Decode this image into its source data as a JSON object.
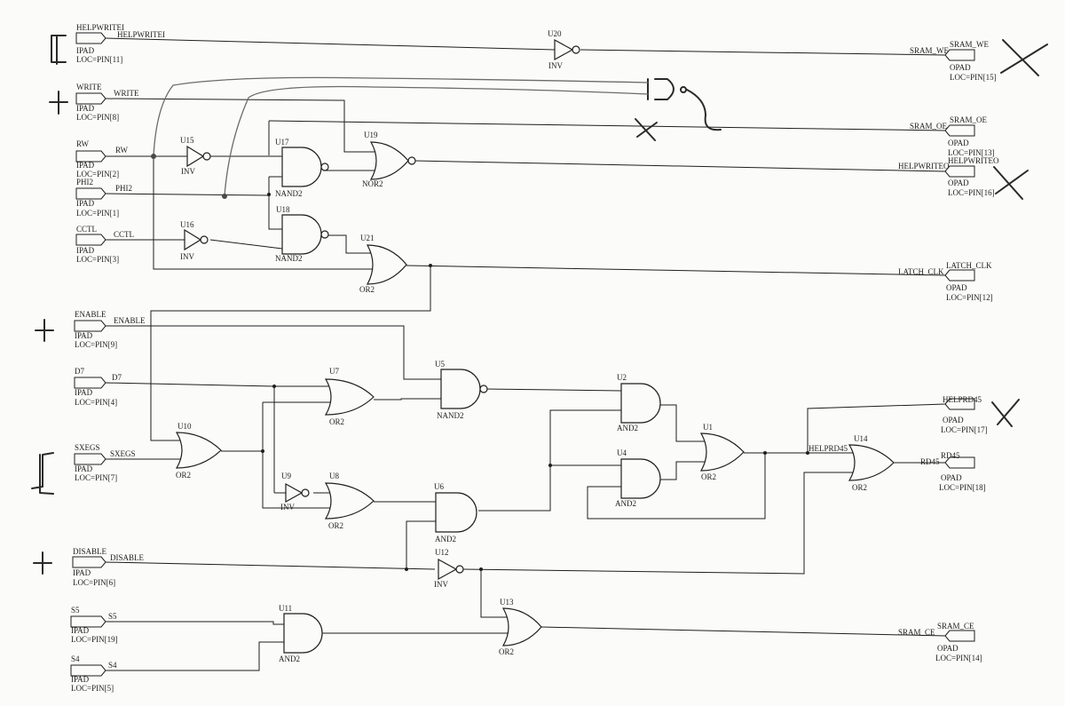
{
  "input_pads": [
    {
      "id": "helpwritei",
      "name": "HELPWRITEI",
      "net": "HELPWRITEI",
      "type": "IPAD",
      "loc": "LOC=PIN[11]"
    },
    {
      "id": "write",
      "name": "WRITE",
      "net": "WRITE",
      "type": "IPAD",
      "loc": "LOC=PIN[8]"
    },
    {
      "id": "rw",
      "name": "RW",
      "net": "RW",
      "type": "IPAD",
      "loc": "LOC=PIN[2]"
    },
    {
      "id": "phi2",
      "name": "PHI2",
      "net": "PHI2",
      "type": "IPAD",
      "loc": "LOC=PIN[1]"
    },
    {
      "id": "cctl",
      "name": "CCTL",
      "net": "CCTL",
      "type": "IPAD",
      "loc": "LOC=PIN[3]"
    },
    {
      "id": "enable",
      "name": "ENABLE",
      "net": "ENABLE",
      "type": "IPAD",
      "loc": "LOC=PIN[9]"
    },
    {
      "id": "d7",
      "name": "D7",
      "net": "D7",
      "type": "IPAD",
      "loc": "LOC=PIN[4]"
    },
    {
      "id": "sxegs",
      "name": "SXEGS",
      "net": "SXEGS",
      "type": "IPAD",
      "loc": "LOC=PIN[7]"
    },
    {
      "id": "disable",
      "name": "DISABLE",
      "net": "DISABLE",
      "type": "IPAD",
      "loc": "LOC=PIN[6]"
    },
    {
      "id": "s5",
      "name": "S5",
      "net": "S5",
      "type": "IPAD",
      "loc": "LOC=PIN[19]"
    },
    {
      "id": "s4",
      "name": "S4",
      "net": "S4",
      "type": "IPAD",
      "loc": "LOC=PIN[5]"
    }
  ],
  "output_pads": [
    {
      "id": "sram_we",
      "name": "SRAM_WE",
      "net": "SRAM_WE",
      "type": "OPAD",
      "loc": "LOC=PIN[15]"
    },
    {
      "id": "sram_oe",
      "name": "SRAM_OE",
      "net": "SRAM_OE",
      "type": "OPAD",
      "loc": "LOC=PIN[13]"
    },
    {
      "id": "helpwriteo",
      "name": "HELPWRITEO",
      "net": "HELPWRITEO",
      "type": "OPAD",
      "loc": "LOC=PIN[16]"
    },
    {
      "id": "latch_clk",
      "name": "LATCH_CLK",
      "net": "LATCH_CLK",
      "type": "OPAD",
      "loc": "LOC=PIN[12]"
    },
    {
      "id": "helprd45",
      "name": "HELPRD45",
      "net": "",
      "type": "OPAD",
      "loc": "LOC=PIN[17]"
    },
    {
      "id": "rd45",
      "name": "RD45",
      "net": "RD45",
      "type": "OPAD",
      "loc": "LOC=PIN[18]"
    },
    {
      "id": "sram_ce",
      "name": "SRAM_CE",
      "net": "SRAM_CE",
      "type": "OPAD",
      "loc": "LOC=PIN[14]"
    }
  ],
  "gates": [
    {
      "id": "u20",
      "ref": "U20",
      "type": "INV"
    },
    {
      "id": "u15",
      "ref": "U15",
      "type": "INV"
    },
    {
      "id": "u16",
      "ref": "U16",
      "type": "INV"
    },
    {
      "id": "u17",
      "ref": "U17",
      "type": "NAND2"
    },
    {
      "id": "u18",
      "ref": "U18",
      "type": "NAND2"
    },
    {
      "id": "u19",
      "ref": "U19",
      "type": "NOR2"
    },
    {
      "id": "u21",
      "ref": "U21",
      "type": "OR2"
    },
    {
      "id": "u5",
      "ref": "U5",
      "type": "NAND2"
    },
    {
      "id": "u7",
      "ref": "U7",
      "type": "OR2"
    },
    {
      "id": "u10",
      "ref": "U10",
      "type": "OR2"
    },
    {
      "id": "u9",
      "ref": "U9",
      "type": "INV"
    },
    {
      "id": "u8",
      "ref": "U8",
      "type": "OR2"
    },
    {
      "id": "u6",
      "ref": "U6",
      "type": "AND2"
    },
    {
      "id": "u2",
      "ref": "U2",
      "type": "AND2"
    },
    {
      "id": "u4",
      "ref": "U4",
      "type": "AND2"
    },
    {
      "id": "u1",
      "ref": "U1",
      "type": "OR2"
    },
    {
      "id": "u14",
      "ref": "U14",
      "type": "OR2"
    },
    {
      "id": "u12",
      "ref": "U12",
      "type": "INV"
    },
    {
      "id": "u13",
      "ref": "U13",
      "type": "OR2"
    },
    {
      "id": "u11",
      "ref": "U11",
      "type": "AND2"
    }
  ],
  "net_labels": {
    "helprd45": "HELPRD45"
  }
}
